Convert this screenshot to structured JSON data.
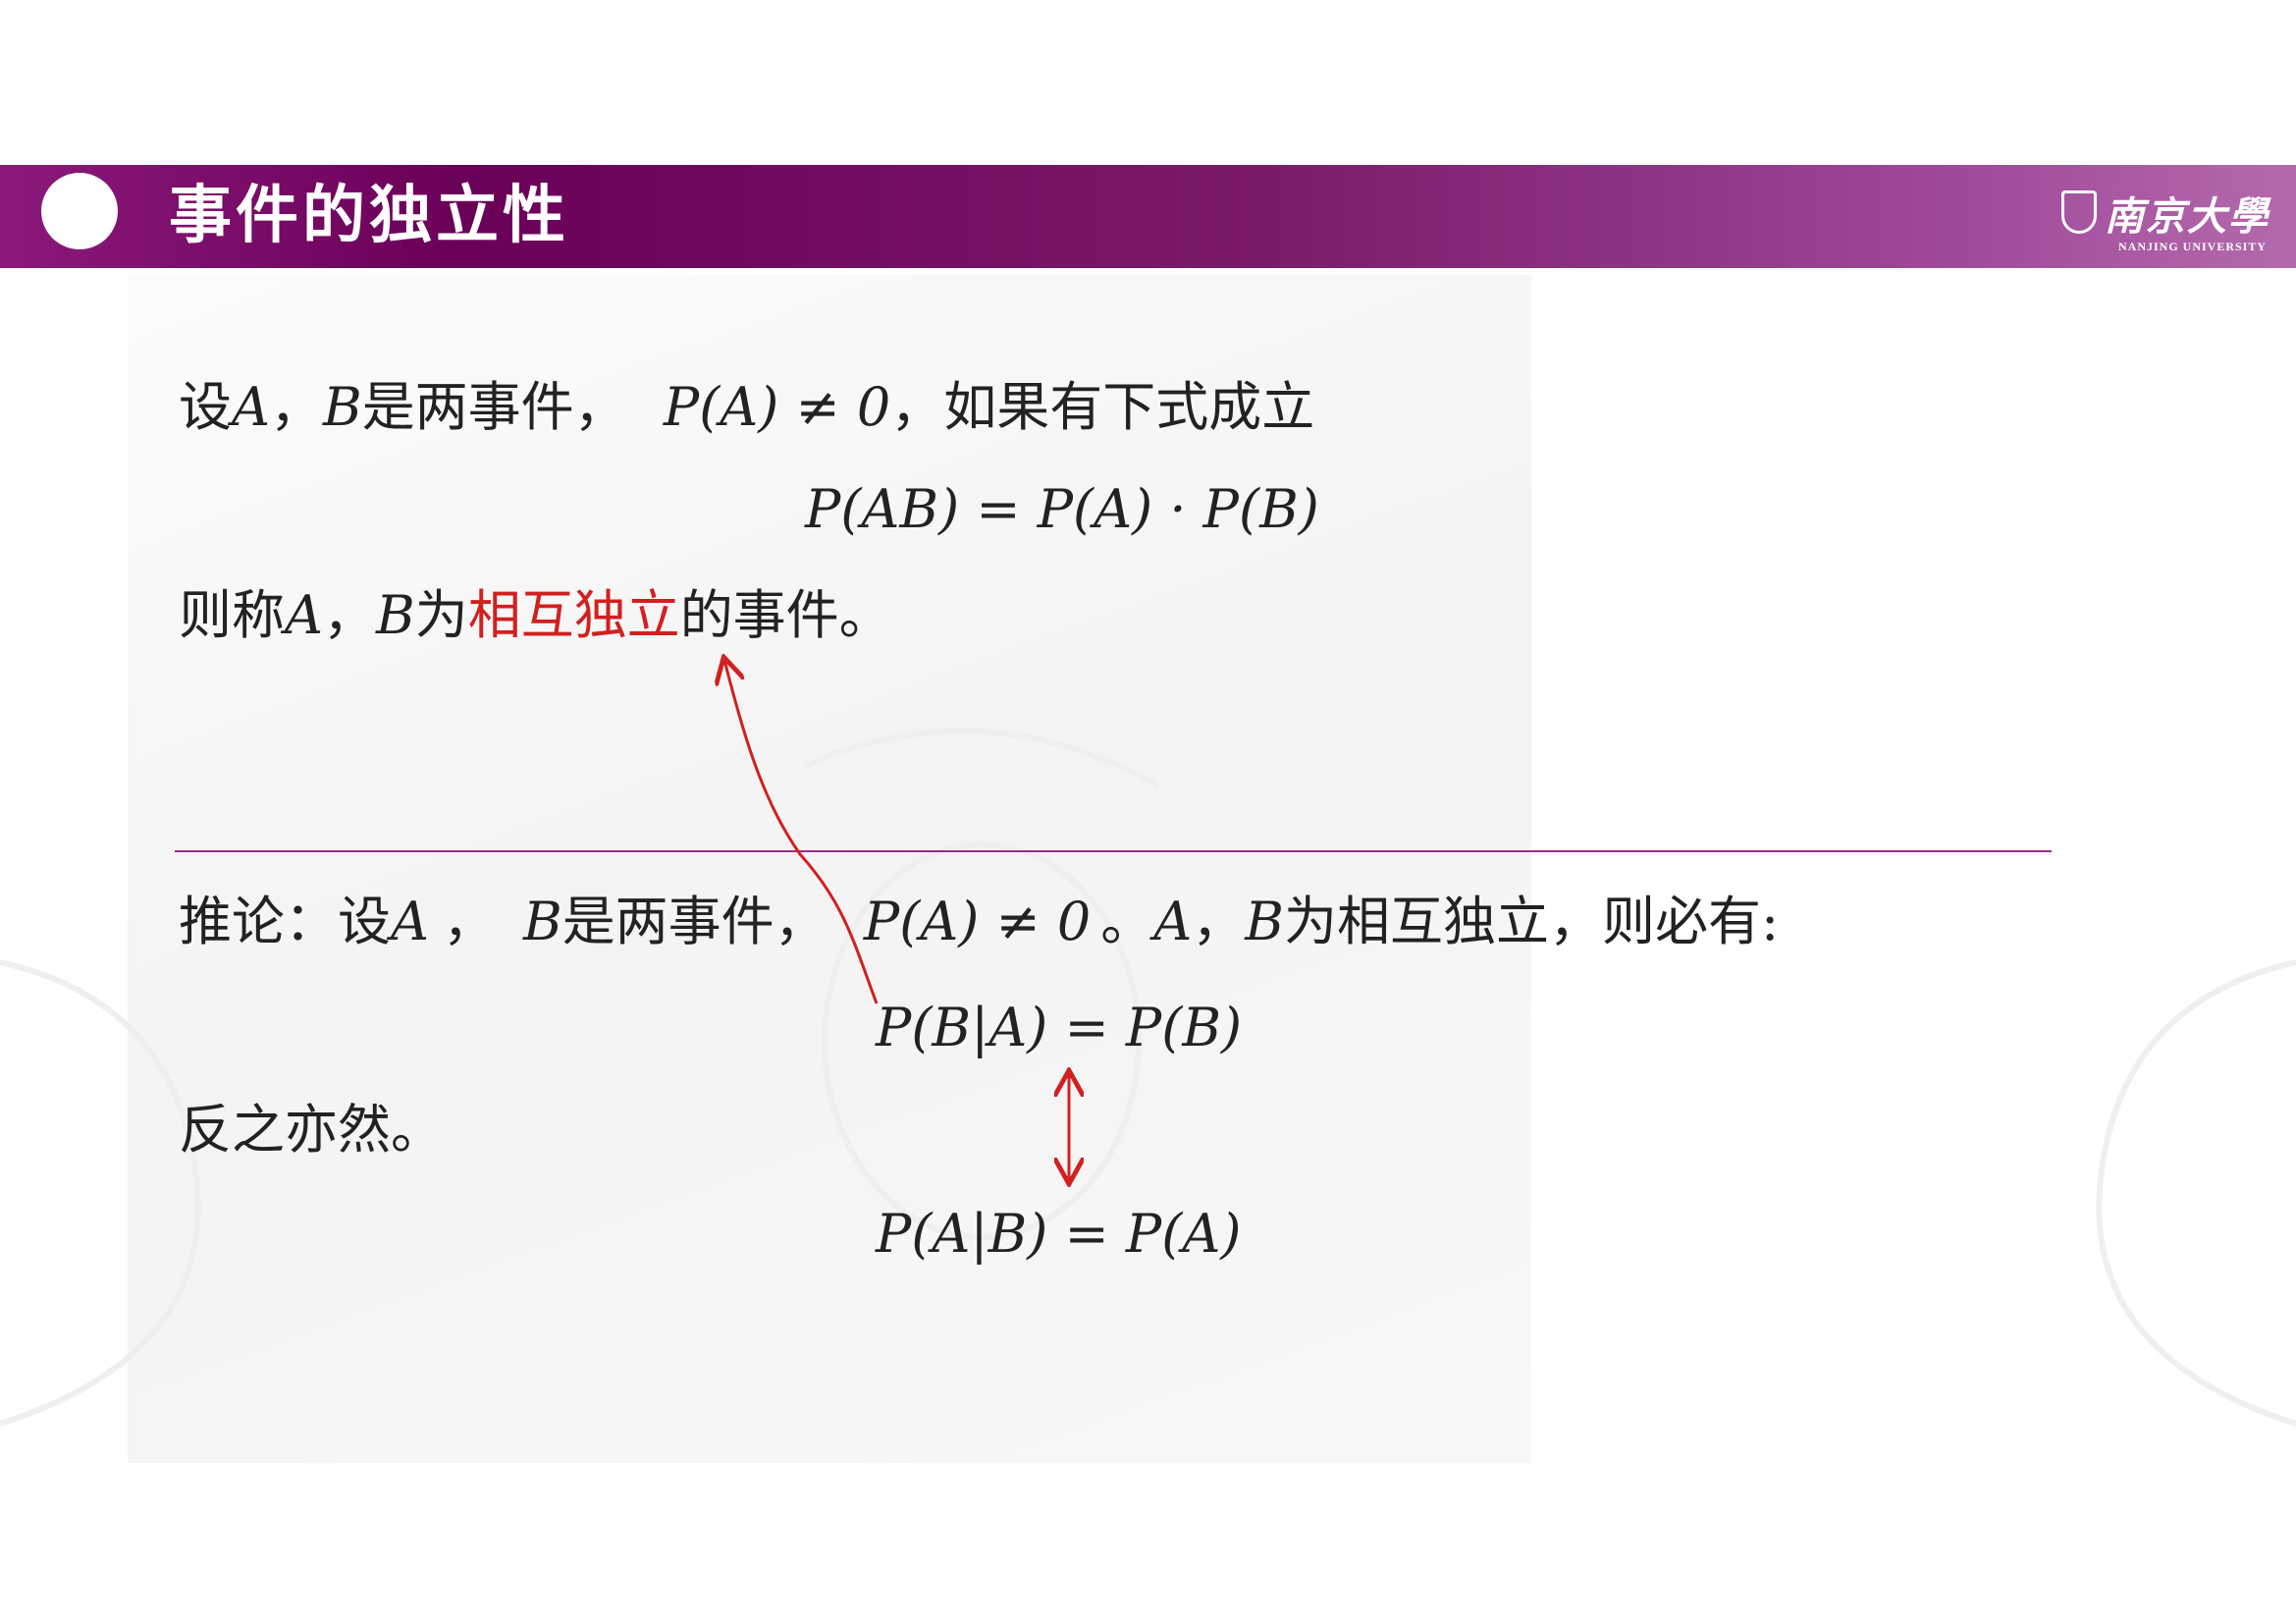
{
  "header": {
    "title": "事件的独立性",
    "logo_name": "南京大學",
    "logo_sub": "NANJING UNIVERSITY"
  },
  "definition": {
    "line1": {
      "prefix": "设",
      "var_a": "A",
      "comma1": "，",
      "var_b": "B",
      "text": "是两事件，",
      "condition": "P(A) ≠ 0",
      "suffix": "，如果有下式成立"
    },
    "formula": "P(AB) = P(A) · P(B)",
    "line3": {
      "prefix": "则称",
      "var_a": "A",
      "comma": "，",
      "var_b": "B",
      "text": "为",
      "highlight": "相互独立",
      "suffix": "的事件。"
    }
  },
  "corollary": {
    "line1": {
      "prefix": "推论：设",
      "var_a": "A",
      "sep": "，",
      "var_b": "B",
      "text": "是两事件，",
      "condition": "P(A) ≠ 0",
      "mid": "。",
      "var_a2": "A",
      "comma": "，",
      "var_b2": "B",
      "suffix": "为相互独立，则必有:"
    },
    "formula1": "P(B|A) = P(B)",
    "converse": "反之亦然。",
    "formula2": "P(A|B) = P(A)"
  },
  "colors": {
    "header_purple": "#6a0058",
    "accent_red": "#d12020",
    "divider": "#9a2b8e"
  }
}
